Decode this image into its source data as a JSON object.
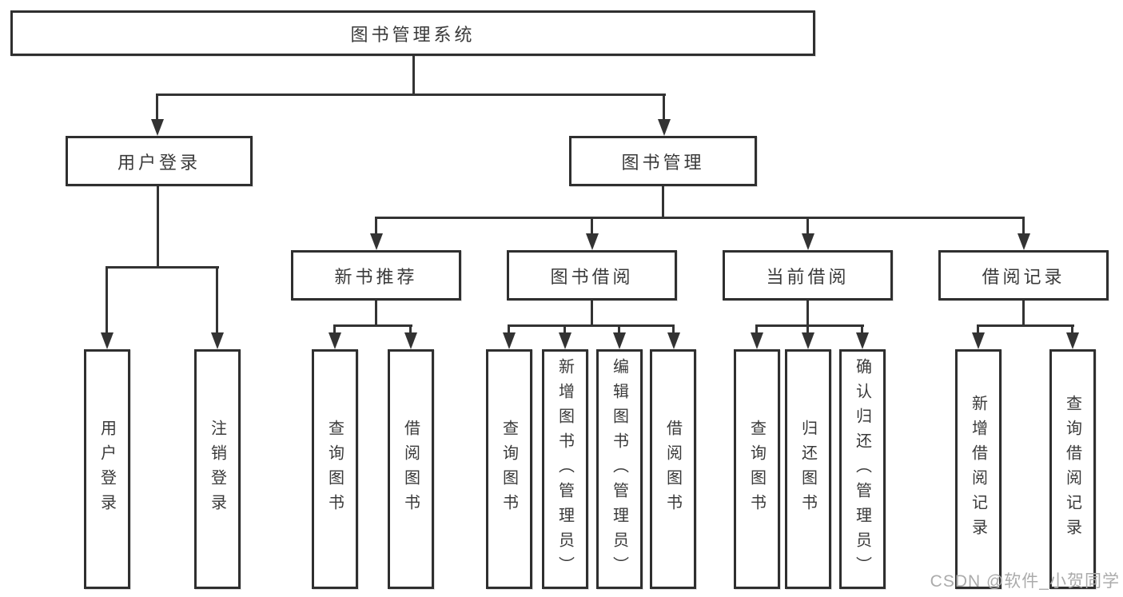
{
  "diagram": {
    "root": {
      "label": "图书管理系统"
    },
    "level2": {
      "user_login": {
        "label": "用户登录"
      },
      "book_mgmt": {
        "label": "图书管理"
      }
    },
    "level3": {
      "new_books": {
        "label": "新书推荐"
      },
      "borrowing": {
        "label": "图书借阅"
      },
      "current": {
        "label": "当前借阅"
      },
      "records": {
        "label": "借阅记录"
      }
    },
    "leaves": {
      "user_login": "用户登录",
      "logout": "注销登录",
      "nb_query_book": "查询图书",
      "nb_borrow_book": "借阅图书",
      "bw_query_book": "查询图书",
      "bw_add_book": "新增图书（管理员）",
      "bw_edit_book": "编辑图书（管理员）",
      "bw_borrow_book": "借阅图书",
      "cur_query_book": "查询图书",
      "cur_return_book": "归还图书",
      "cur_confirm_return": "确认归还（管理员）",
      "rec_add_record": "新增借阅记录",
      "rec_query_record": "查询借阅记录"
    },
    "watermark": "CSDN @软件_小贺同学",
    "colors": {
      "line": "#333333",
      "border": "#2f2f2f",
      "text": "#3a3a3a",
      "watermark": "#ababab",
      "background": "#ffffff"
    }
  }
}
